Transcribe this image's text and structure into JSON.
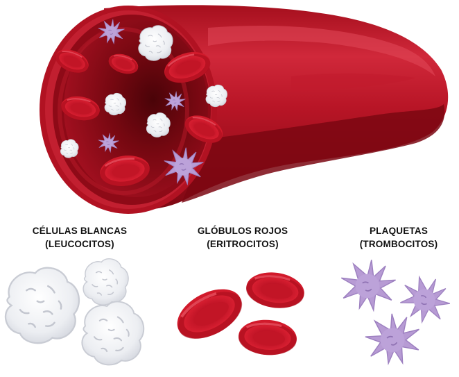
{
  "labels": {
    "white_cells": {
      "line1": "CÉLULAS BLANCAS",
      "line2": "(LEUCOCITOS)"
    },
    "red_cells": {
      "line1": "GLÓBULOS ROJOS",
      "line2": "(ERITROCITOS)"
    },
    "platelets": {
      "line1": "PLAQUETAS",
      "line2": "(TROMBOCITOS)"
    }
  },
  "colors": {
    "vessel_outer": "#c8182a",
    "vessel_dark": "#8e0b17",
    "vessel_inner": "#a9111f",
    "red_cell": "#d01828",
    "white_cell": "#f4f4f6",
    "platelet": "#b89ad6"
  },
  "icons": [
    "blood-vessel",
    "white-blood-cell",
    "red-blood-cell",
    "platelet"
  ]
}
